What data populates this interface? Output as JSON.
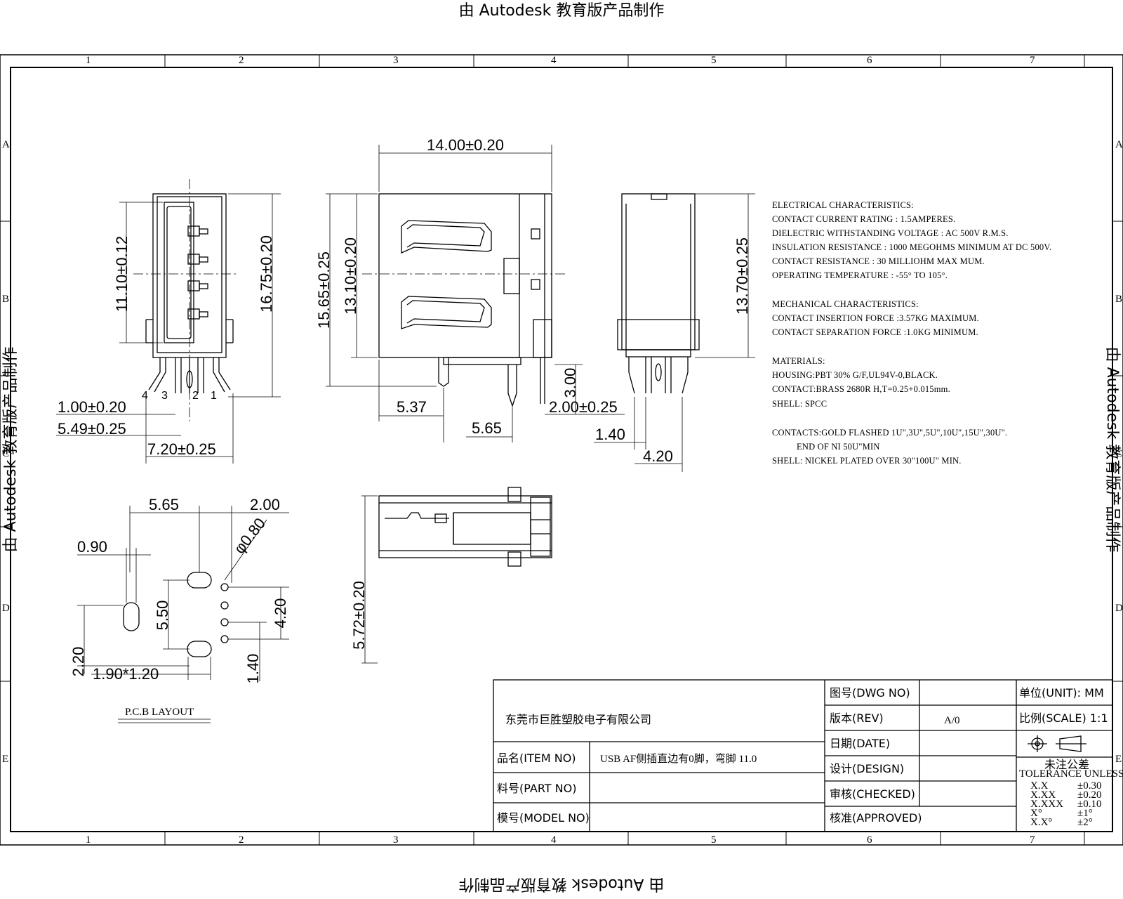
{
  "watermark": {
    "top": "由 Autodesk 教育版产品制作",
    "bottom": "由 Autodesk 教育版产品制作",
    "left": "由 Autodesk 教育版产品制作",
    "right": "由 Autodesk 教育版产品制作"
  },
  "frame": {
    "columns": [
      "1",
      "2",
      "3",
      "4",
      "5",
      "6",
      "7"
    ],
    "rows": [
      "A",
      "B",
      "C",
      "D",
      "E"
    ]
  },
  "dims": {
    "front_11_10": "11.10±0.12",
    "front_16_75": "16.75±0.20",
    "front_1_00": "1.00±0.20",
    "front_5_49": "5.49±0.25",
    "front_7_20": "7.20±0.25",
    "pin_labels": [
      "4",
      "3",
      "2",
      "1"
    ],
    "side_14_00": "14.00±0.20",
    "side_15_65": "15.65±0.25",
    "side_13_10": "13.10±0.20",
    "side_5_37": "5.37",
    "side_5_65": "5.65",
    "side_3_00": "3.00",
    "side_2_00": "2.00±0.25",
    "rear_13_70": "13.70±0.25",
    "rear_1_40": "1.40",
    "rear_4_20": "4.20",
    "pcb_5_65": "5.65",
    "pcb_2_00": "2.00",
    "pcb_0_90": "0.90",
    "pcb_dia": "φ0.80",
    "pcb_5_50": "5.50",
    "pcb_4_20": "4.20",
    "pcb_2_20": "2.20",
    "pcb_slot": "1.90*1.20",
    "pcb_1_40": "1.40",
    "pcb_title": "P.C.B LAYOUT",
    "top_5_72": "5.72±0.20"
  },
  "notes": {
    "electrical_title": "ELECTRICAL CHARACTERISTICS:",
    "electrical": [
      "CONTACT CURRENT RATING : 1.5AMPERES.",
      "DIELECTRIC WITHSTANDING VOLTAGE : AC 500V R.M.S.",
      "INSULATION RESISTANCE : 1000 MEGOHMS MINIMUM AT DC 500V.",
      "CONTACT RESISTANCE : 30 MILLIOHM MAX MUM.",
      "OPERATING TEMPERATURE :  -55° TO 105°."
    ],
    "mechanical_title": "MECHANICAL CHARACTERISTICS:",
    "mechanical": [
      "CONTACT INSERTION FORCE :3.57KG MAXIMUM.",
      "CONTACT SEPARATION FORCE :1.0KG MINIMUM."
    ],
    "materials_title": "MATERIALS:",
    "materials": [
      "HOUSING:PBT 30% G/F,UL94V-0,BLACK.",
      "CONTACT:BRASS 2680R H,T=0.25+0.015mm.",
      "SHELL: SPCC"
    ],
    "contacts": [
      "CONTACTS:GOLD FLASHED 1U\",3U\",5U\",10U\",15U\",30U\".",
      "END OF NI 50U\"MIN",
      "SHELL: NICKEL PLATED OVER 30\"100U\" MIN."
    ]
  },
  "title_block": {
    "company": "东莞市巨胜塑胶电子有限公司",
    "item_label": "品名(ITEM NO)",
    "item_value": "USB AF侧插直边有0脚，弯脚 11.0",
    "part_label": "料号(PART NO)",
    "part_value": "",
    "model_label": "模号(MODEL NO)",
    "model_value": "",
    "dwg_label": "图号(DWG NO)",
    "dwg_value": "",
    "rev_label": "版本(REV)",
    "rev_value": "A/0",
    "date_label": "日期(DATE)",
    "date_value": "",
    "design_label": "设计(DESIGN)",
    "checked_label": "审核(CHECKED)",
    "approved_label": "核准(APPROVED)",
    "unit_label": "单位(UNIT): MM",
    "scale_label": "比例(SCALE) 1:1",
    "tol_title": "未注公差",
    "tol_sub": "TOLERANCE UNLESS SPECIFIED",
    "tolerances": [
      [
        "X.X",
        "±0.30"
      ],
      [
        "X.XX",
        "±0.20"
      ],
      [
        "X.XXX",
        "±0.10"
      ],
      [
        "X°",
        "±1°"
      ],
      [
        "X.X°",
        "±2°"
      ]
    ]
  }
}
